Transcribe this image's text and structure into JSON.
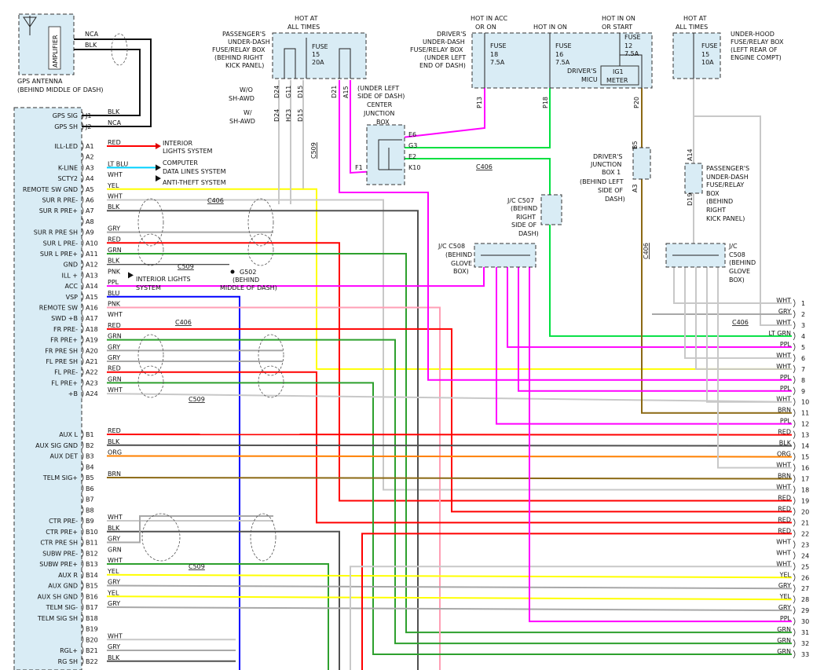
{
  "colors": {
    "RED": "#ff0000",
    "BLK": "#505050",
    "WHT": "#c8c8c8",
    "GRY": "#a8a8a8",
    "GRN": "#2ea02e",
    "PPL": "#ff00ff",
    "YEL": "#ffff00",
    "ORG": "#ff8000",
    "BRN": "#8b6914",
    "BLU": "#0000ff",
    "PNK": "#ff9fb5",
    "LT GRN": "#00e040",
    "LT BLU": "#00d0ff",
    "WIRE_BLK": "#111111"
  },
  "gps": {
    "amp_label": "AMPLIFIER",
    "caption1": "GPS ANTENNA",
    "caption2": "(BEHIND MIDDLE OF DASH)",
    "nca": "NCA",
    "blk": "BLK"
  },
  "left_pins": [
    {
      "label": "GPS SIG",
      "pin": "J1",
      "color": "BLK"
    },
    {
      "label": "GPS SH",
      "pin": "J2",
      "color": "NCA"
    },
    {
      "label": "ILL-LED",
      "pin": "A1",
      "color": "RED"
    },
    {
      "label": "",
      "pin": "A2",
      "color": ""
    },
    {
      "label": "K-LINE",
      "pin": "A3",
      "color": "LT BLU"
    },
    {
      "label": "SCTY2",
      "pin": "A4",
      "color": "WHT"
    },
    {
      "label": "REMOTE SW GND",
      "pin": "A5",
      "color": "YEL"
    },
    {
      "label": "SUR R PRE-",
      "pin": "A6",
      "color": "WHT"
    },
    {
      "label": "SUR R PRE+",
      "pin": "A7",
      "color": "BLK"
    },
    {
      "label": "",
      "pin": "A8",
      "color": ""
    },
    {
      "label": "SUR R PRE SH",
      "pin": "A9",
      "color": "GRY"
    },
    {
      "label": "SUR L PRE-",
      "pin": "A10",
      "color": "RED"
    },
    {
      "label": "SUR L PRE+",
      "pin": "A11",
      "color": "GRN"
    },
    {
      "label": "GND",
      "pin": "A12",
      "color": "BLK"
    },
    {
      "label": "ILL +",
      "pin": "A13",
      "color": "PNK"
    },
    {
      "label": "ACC",
      "pin": "A14",
      "color": "PPL"
    },
    {
      "label": "VSP",
      "pin": "A15",
      "color": "BLU"
    },
    {
      "label": "REMOTE SW",
      "pin": "A16",
      "color": "PNK"
    },
    {
      "label": "SWD +B",
      "pin": "A17",
      "color": "WHT"
    },
    {
      "label": "FR PRE-",
      "pin": "A18",
      "color": "RED"
    },
    {
      "label": "FR PRE+",
      "pin": "A19",
      "color": "GRN"
    },
    {
      "label": "FR PRE SH",
      "pin": "A20",
      "color": "GRY"
    },
    {
      "label": "FL PRE SH",
      "pin": "A21",
      "color": "GRY"
    },
    {
      "label": "FL PRE-",
      "pin": "A22",
      "color": "RED"
    },
    {
      "label": "FL PRE+",
      "pin": "A23",
      "color": "GRN"
    },
    {
      "label": "+B",
      "pin": "A24",
      "color": "WHT"
    },
    {
      "label": "AUX L",
      "pin": "B1",
      "color": "RED"
    },
    {
      "label": "AUX SIG GND",
      "pin": "B2",
      "color": "BLK"
    },
    {
      "label": "AUX DET",
      "pin": "B3",
      "color": "ORG"
    },
    {
      "label": "",
      "pin": "B4",
      "color": ""
    },
    {
      "label": "TELM SIG+",
      "pin": "B5",
      "color": "BRN"
    },
    {
      "label": "",
      "pin": "B6",
      "color": ""
    },
    {
      "label": "",
      "pin": "B7",
      "color": ""
    },
    {
      "label": "",
      "pin": "B8",
      "color": ""
    },
    {
      "label": "CTR PRE-",
      "pin": "B9",
      "color": "WHT"
    },
    {
      "label": "CTR PRE+",
      "pin": "B10",
      "color": "BLK"
    },
    {
      "label": "CTR PRE SH",
      "pin": "B11",
      "color": "GRY"
    },
    {
      "label": "SUBW PRE-",
      "pin": "B12",
      "color": "GRN"
    },
    {
      "label": "SUBW PRE+",
      "pin": "B13",
      "color": "WHT"
    },
    {
      "label": "AUX R",
      "pin": "B14",
      "color": "YEL"
    },
    {
      "label": "AUX GND",
      "pin": "B15",
      "color": "GRY"
    },
    {
      "label": "AUX SH GND",
      "pin": "B16",
      "color": "YEL"
    },
    {
      "label": "TELM SIG-",
      "pin": "B17",
      "color": "GRY"
    },
    {
      "label": "TELM SIG SH",
      "pin": "B18",
      "color": ""
    },
    {
      "label": "",
      "pin": "B19",
      "color": ""
    },
    {
      "label": "",
      "pin": "B20",
      "color": "WHT"
    },
    {
      "label": "RGL+",
      "pin": "B21",
      "color": "GRY"
    },
    {
      "label": "RG SH",
      "pin": "B22",
      "color": "BLK"
    }
  ],
  "right_pins": [
    {
      "n": "1",
      "color": "WHT"
    },
    {
      "n": "2",
      "color": "GRY"
    },
    {
      "n": "3",
      "color": "WHT"
    },
    {
      "n": "4",
      "color": "LT GRN"
    },
    {
      "n": "5",
      "color": "PPL"
    },
    {
      "n": "6",
      "color": "WHT"
    },
    {
      "n": "7",
      "color": "WHT"
    },
    {
      "n": "8",
      "color": "PPL"
    },
    {
      "n": "9",
      "color": "PPL"
    },
    {
      "n": "10",
      "color": "WHT"
    },
    {
      "n": "11",
      "color": "BRN"
    },
    {
      "n": "12",
      "color": "PPL"
    },
    {
      "n": "13",
      "color": "RED"
    },
    {
      "n": "14",
      "color": "BLK"
    },
    {
      "n": "15",
      "color": "ORG"
    },
    {
      "n": "16",
      "color": "WHT"
    },
    {
      "n": "17",
      "color": "BRN"
    },
    {
      "n": "18",
      "color": "WHT"
    },
    {
      "n": "19",
      "color": "RED"
    },
    {
      "n": "20",
      "color": "RED"
    },
    {
      "n": "21",
      "color": "RED"
    },
    {
      "n": "22",
      "color": "RED"
    },
    {
      "n": "23",
      "color": "WHT"
    },
    {
      "n": "24",
      "color": "WHT"
    },
    {
      "n": "25",
      "color": "WHT"
    },
    {
      "n": "26",
      "color": "YEL"
    },
    {
      "n": "27",
      "color": "GRY"
    },
    {
      "n": "28",
      "color": "YEL"
    },
    {
      "n": "29",
      "color": "GRY"
    },
    {
      "n": "30",
      "color": "PPL"
    },
    {
      "n": "31",
      "color": "GRN"
    },
    {
      "n": "32",
      "color": "GRN"
    },
    {
      "n": "33",
      "color": "GRN"
    }
  ],
  "labels": {
    "interior_lights": [
      "INTERIOR",
      "LIGHTS SYSTEM"
    ],
    "computer_data": [
      "COMPUTER",
      "DATA LINES SYSTEM"
    ],
    "anti_theft": "ANTI-THEFT SYSTEM",
    "interior_lights2": [
      "INTERIOR LIGHTS",
      "SYSTEM"
    ],
    "g502": [
      "G502",
      "(BEHIND",
      "MIDDLE OF DASH)"
    ],
    "c509": "C509",
    "c406": "C406",
    "c508": "C508",
    "wo_awd": [
      "W/O",
      "SH-AWD"
    ],
    "w_awd": [
      "W/",
      "SH-AWD"
    ],
    "pass_box": [
      "PASSENGER'S",
      "UNDER-DASH",
      "FUSE/RELAY BOX",
      "(BEHIND RIGHT",
      "KICK PANEL)"
    ],
    "hot_all_times": [
      "HOT AT",
      "ALL TIMES"
    ],
    "fuse15": [
      "FUSE",
      "15",
      "20A"
    ],
    "center_jb": [
      "(UNDER LEFT",
      "SIDE OF DASH)",
      "CENTER",
      "JUNCTION",
      "BOX"
    ],
    "driver_box": [
      "DRIVER'S",
      "UNDER-DASH",
      "FUSE/RELAY BOX",
      "(UNDER LEFT",
      "END OF DASH)"
    ],
    "hot_acc": [
      "HOT IN ACC",
      "OR ON"
    ],
    "hot_on": "HOT IN ON",
    "hot_start": [
      "HOT IN ON",
      "OR START"
    ],
    "fuse18": [
      "FUSE",
      "18",
      "7.5A"
    ],
    "fuse16": [
      "FUSE",
      "16",
      "7.5A"
    ],
    "fuse12": [
      "FUSE",
      "12",
      "7.5A"
    ],
    "micu": [
      "DRIVER'S",
      "MICU"
    ],
    "ig1": [
      "IG1",
      "METER"
    ],
    "hood_box": [
      "UNDER-HOOD",
      "FUSE/RELAY BOX",
      "(LEFT REAR OF",
      "ENGINE COMPT)"
    ],
    "fuse15b": [
      "FUSE",
      "15",
      "10A"
    ],
    "djb1": [
      "DRIVER'S",
      "JUNCTION",
      "BOX 1",
      "(BEHIND LEFT",
      "SIDE OF",
      "DASH)"
    ],
    "pass_box2": [
      "PASSENGER'S",
      "UNDER-DASH",
      "FUSE/RELAY",
      "BOX",
      "(BEHIND",
      "RIGHT",
      "KICK PANEL)"
    ],
    "jc507": [
      "J/C C507",
      "(BEHIND",
      "RIGHT",
      "SIDE OF",
      "DASH)"
    ],
    "jc508a": [
      "J/C C508",
      "(BEHIND",
      "GLOVE",
      "BOX)"
    ],
    "jc508b": [
      "J/C",
      "C508",
      "(BEHIND",
      "GLOVE",
      "BOX)"
    ]
  }
}
